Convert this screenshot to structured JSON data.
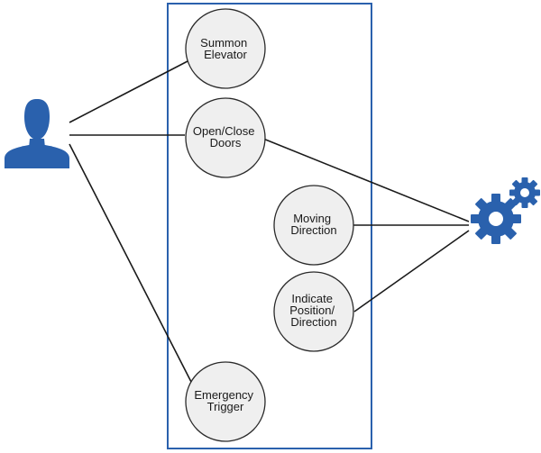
{
  "colors": {
    "accent": "#2a61ad",
    "line": "#1a1a1a",
    "usecase_fill": "#efefef"
  },
  "actors": {
    "user": {
      "icon": "person-icon"
    },
    "system": {
      "icon": "gears-icon"
    }
  },
  "use_cases": {
    "summon": {
      "line1": "Summon",
      "line2": "Elevator"
    },
    "doors": {
      "line1": "Open/Close",
      "line2": "Doors"
    },
    "moving": {
      "line1": "Moving",
      "line2": "Direction"
    },
    "indicate": {
      "line1": "Indicate",
      "line2": "Position/",
      "line3": "Direction"
    },
    "emergency": {
      "line1": "Emergency",
      "line2": "Trigger"
    }
  }
}
